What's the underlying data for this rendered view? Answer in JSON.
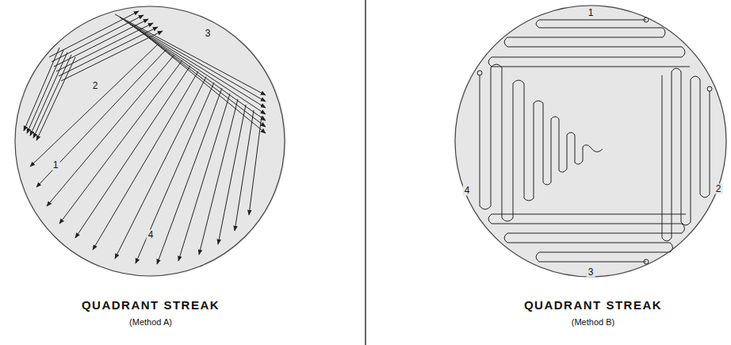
{
  "diagram": {
    "nodes": [
      {
        "text": [
          "1",
          "2",
          "3",
          "4"
        ]
      },
      {
        "text": [
          "1",
          "2",
          "3",
          "4"
        ]
      }
    ],
    "labels": [
      "QUADRANT STREAK",
      "(Method A)",
      "QUADRANT STREAK",
      "(Method B)"
    ]
  }
}
